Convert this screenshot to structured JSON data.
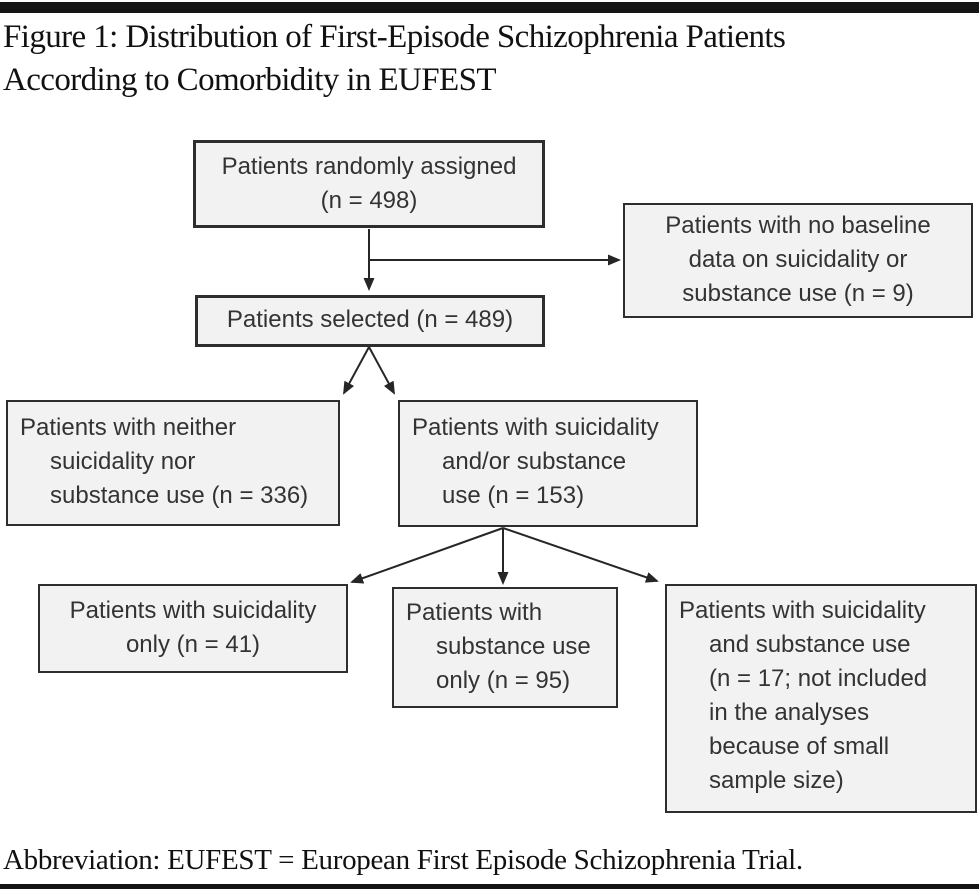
{
  "title": {
    "line1": "Figure 1: Distribution of First-Episode Schizophrenia Patients",
    "line2": "According to Comorbidity in EUFEST"
  },
  "footnote": "Abbreviation: EUFEST = European First Episode Schizophrenia Trial.",
  "colors": {
    "box_fill": "#f2f2f2",
    "box_border": "#2e2e2e",
    "box_text": "#333333",
    "connector": "#262626",
    "rule": "#141414",
    "title_text": "#111111"
  },
  "chart_data": {
    "type": "flowchart",
    "nodes": [
      {
        "id": "randomized",
        "label": "Patients randomly assigned (n = 498)",
        "n": 498
      },
      {
        "id": "nobaseline",
        "label": "Patients with no baseline data on suicidality or substance use (n = 9)",
        "n": 9
      },
      {
        "id": "selected",
        "label": "Patients selected (n = 489)",
        "n": 489
      },
      {
        "id": "neither",
        "label": "Patients with neither suicidality nor substance use (n = 336)",
        "n": 336
      },
      {
        "id": "either",
        "label": "Patients with suicidality and/or substance use (n = 153)",
        "n": 153
      },
      {
        "id": "suicidality_only",
        "label": "Patients with suicidality only (n = 41)",
        "n": 41
      },
      {
        "id": "substance_only",
        "label": "Patients with substance use only (n = 95)",
        "n": 95
      },
      {
        "id": "both",
        "label": "Patients with suicidality and substance use (n = 17; not included in the analyses because of small sample size)",
        "n": 17
      }
    ],
    "edges": [
      [
        "randomized",
        "nobaseline"
      ],
      [
        "randomized",
        "selected"
      ],
      [
        "selected",
        "neither"
      ],
      [
        "selected",
        "either"
      ],
      [
        "either",
        "suicidality_only"
      ],
      [
        "either",
        "substance_only"
      ],
      [
        "either",
        "both"
      ]
    ]
  },
  "boxes": {
    "randomized": {
      "lines": [
        "Patients randomly assigned",
        "(n = 498)"
      ]
    },
    "nobaseline": {
      "lines": [
        "Patients with no baseline",
        "data on suicidality or",
        "substance use (n = 9)"
      ]
    },
    "selected": {
      "lines": [
        "Patients selected (n = 489)"
      ]
    },
    "neither": {
      "lines": [
        "Patients with neither",
        "suicidality nor",
        "substance use (n = 336)"
      ]
    },
    "either": {
      "lines": [
        "Patients with suicidality",
        "and/or substance",
        "use (n = 153)"
      ]
    },
    "suicidality_only": {
      "lines": [
        "Patients with suicidality",
        "only (n = 41)"
      ]
    },
    "substance_only": {
      "lines": [
        "Patients with",
        "substance use",
        "only (n = 95)"
      ]
    },
    "both": {
      "lines": [
        "Patients with suicidality",
        "and substance use",
        "(n = 17; not included",
        "in the analyses",
        "because of small",
        "sample size)"
      ]
    }
  }
}
